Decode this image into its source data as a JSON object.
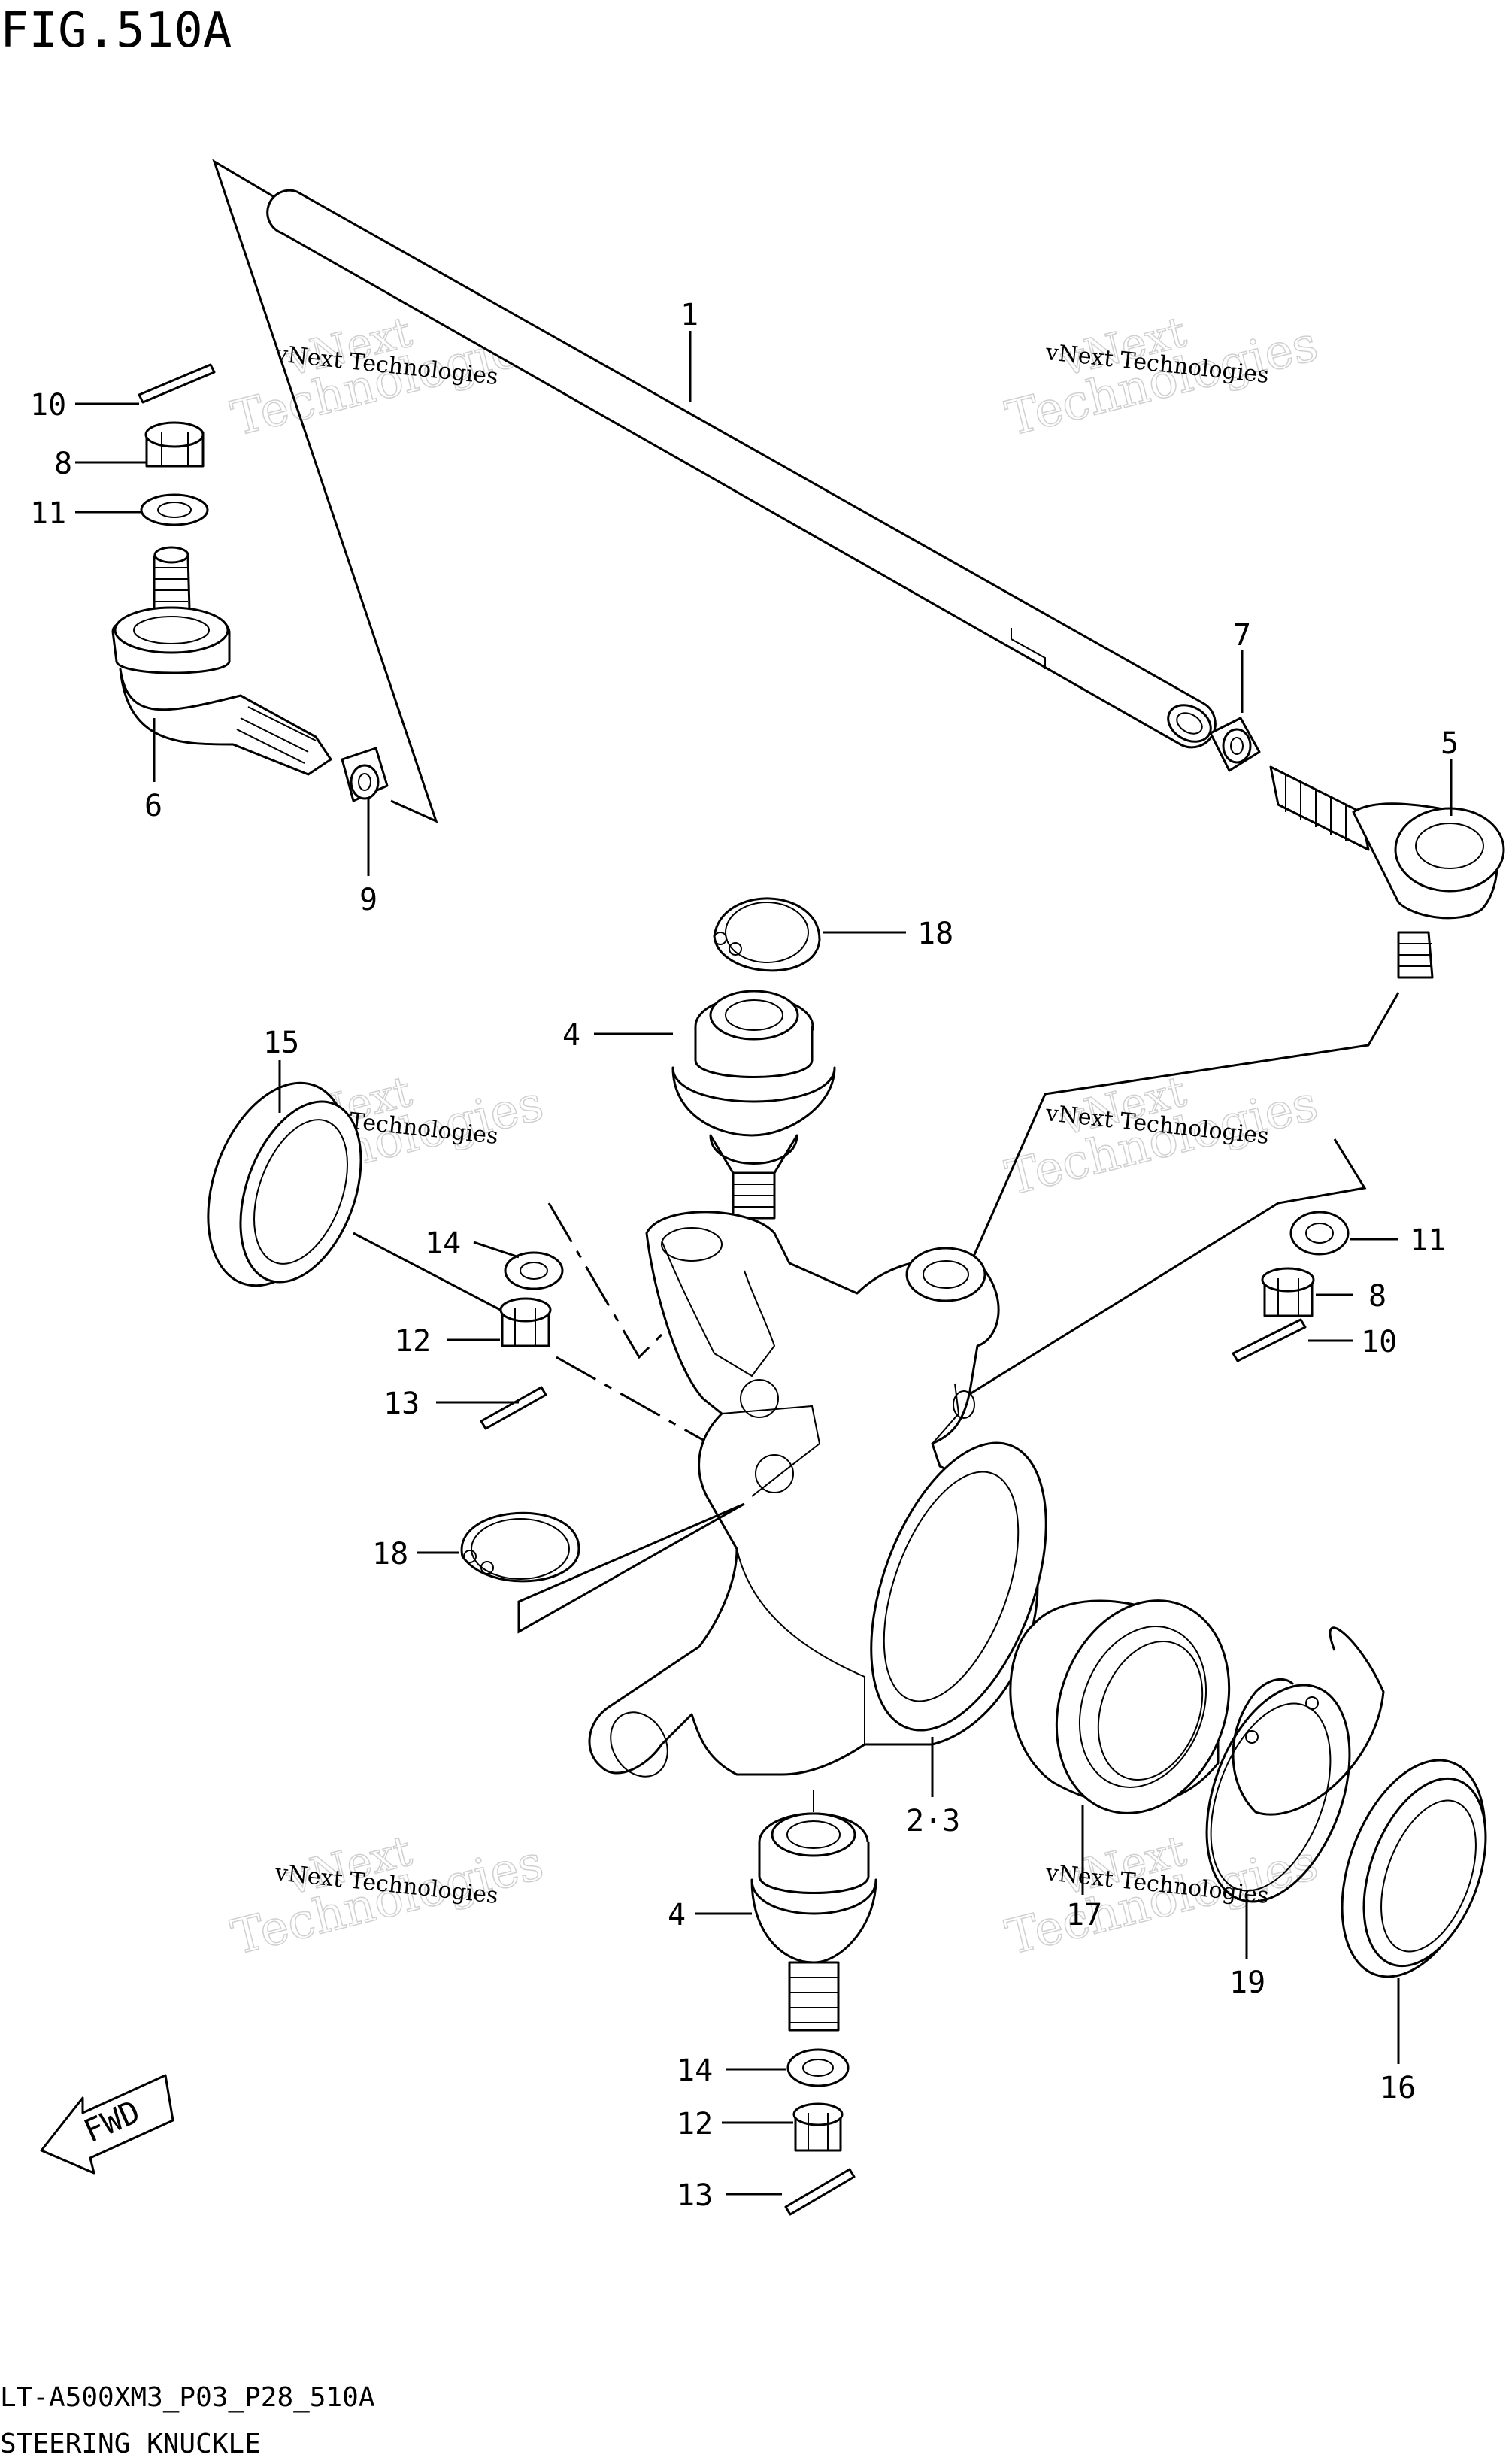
{
  "figure_title": "FIG.510A",
  "footer": {
    "code": "LT-A500XM3_P03_P28_510A",
    "name": "STEERING KNUCKLE"
  },
  "watermark": {
    "line1": "vNext",
    "line2": "Technologies",
    "small": "vNext Technologies"
  },
  "fwd_label": "FWD",
  "callouts": {
    "c1": "1",
    "c5": "5",
    "c6": "6",
    "c7": "7",
    "c8a": "8",
    "c8b": "8",
    "c9": "9",
    "c10a": "10",
    "c10b": "10",
    "c11a": "11",
    "c11b": "11",
    "c4a": "4",
    "c4b": "4",
    "c12a": "12",
    "c12b": "12",
    "c13a": "13",
    "c13b": "13",
    "c14a": "14",
    "c14b": "14",
    "c15": "15",
    "c16": "16",
    "c17": "17",
    "c18a": "18",
    "c18b": "18",
    "c19": "19",
    "c23": "2·3"
  }
}
